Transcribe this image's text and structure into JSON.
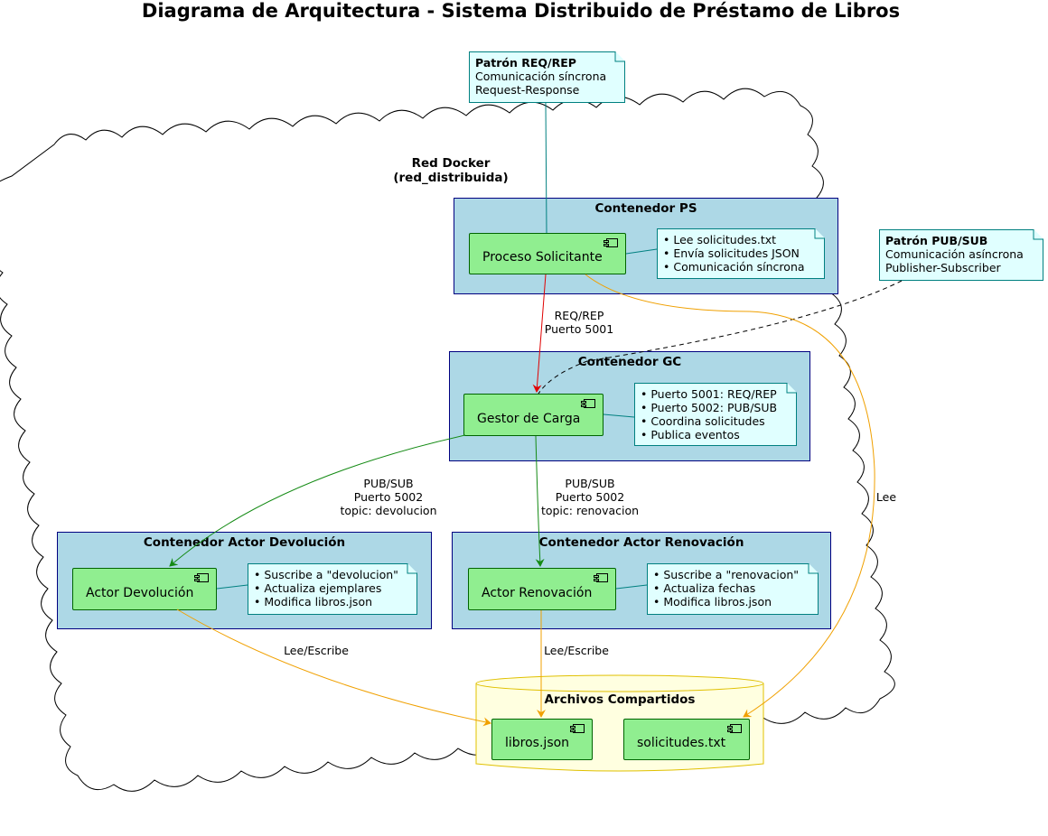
{
  "title": "Diagrama de Arquitectura - Sistema Distribuido de Préstamo de Libros",
  "network": {
    "name": "Red Docker",
    "id": "(red_distribuida)"
  },
  "containers": {
    "ps": {
      "title": "Contenedor PS",
      "component": "Proceso Solicitante",
      "notes": [
        "Lee solicitudes.txt",
        "Envía solicitudes JSON",
        "Comunicación síncrona"
      ]
    },
    "gc": {
      "title": "Contenedor GC",
      "component": "Gestor de Carga",
      "notes": [
        "Puerto 5001: REQ/REP",
        "Puerto 5002: PUB/SUB",
        "Coordina solicitudes",
        "Publica eventos"
      ]
    },
    "devolucion": {
      "title": "Contenedor Actor Devolución",
      "component": "Actor Devolución",
      "notes": [
        "Suscribe a \"devolucion\"",
        "Actualiza ejemplares",
        "Modifica libros.json"
      ]
    },
    "renovacion": {
      "title": "Contenedor Actor Renovación",
      "component": "Actor Renovación",
      "notes": [
        "Suscribe a \"renovacion\"",
        "Actualiza fechas",
        "Modifica libros.json"
      ]
    }
  },
  "storage": {
    "title": "Archivos Compartidos",
    "files": [
      "libros.json",
      "solicitudes.txt"
    ]
  },
  "pattern_notes": {
    "reqrep": {
      "title": "Patrón REQ/REP",
      "lines": [
        "Comunicación síncrona",
        "Request-Response"
      ]
    },
    "pubsub": {
      "title": "Patrón PUB/SUB",
      "lines": [
        "Comunicación asíncrona",
        "Publisher-Subscriber"
      ]
    }
  },
  "edges": {
    "ps_gc": [
      "REQ/REP",
      "Puerto 5001"
    ],
    "gc_dev": [
      "PUB/SUB",
      "Puerto 5002",
      "topic: devolucion"
    ],
    "gc_ren": [
      "PUB/SUB",
      "Puerto 5002",
      "topic: renovacion"
    ],
    "dev_libros": "Lee/Escribe",
    "ren_libros": "Lee/Escribe",
    "ps_solicitudes": "Lee"
  },
  "colors": {
    "req": "#e00000",
    "pub": "#138a13",
    "file": "#f0a000",
    "container": "#add8e6",
    "component": "#90ee90",
    "note": "#e0ffff",
    "db": "#ffffe0"
  }
}
